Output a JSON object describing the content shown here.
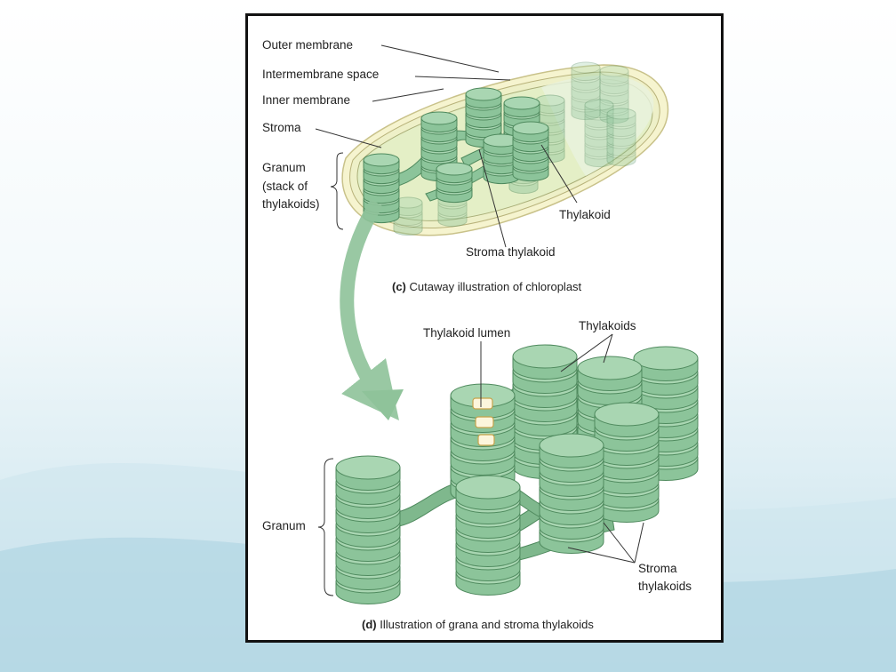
{
  "figure": {
    "labels": {
      "outer_membrane": "Outer membrane",
      "intermembrane_space": "Intermembrane space",
      "inner_membrane": "Inner membrane",
      "stroma": "Stroma",
      "granum_line1": "Granum",
      "granum_line2": "(stack of",
      "granum_line3": "thylakoids)",
      "thylakoid": "Thylakoid",
      "stroma_thylakoid": "Stroma thylakoid",
      "thylakoid_lumen": "Thylakoid lumen",
      "thylakoids": "Thylakoids",
      "granum_bottom": "Granum",
      "stroma_thylakoids_line1": "Stroma",
      "stroma_thylakoids_line2": "thylakoids"
    },
    "caption_c": {
      "letter": "(c)",
      "text": "Cutaway illustration of chloroplast"
    },
    "caption_d": {
      "letter": "(d)",
      "text": "Illustration of grana and stroma thylakoids"
    }
  },
  "colors": {
    "disc_fill": "#8cc49a",
    "disc_top": "#a9d6b2",
    "disc_stroke": "#4f8a5e",
    "chloroplast_fill": "#f3f2c9",
    "arrow": "#8fc39a"
  }
}
